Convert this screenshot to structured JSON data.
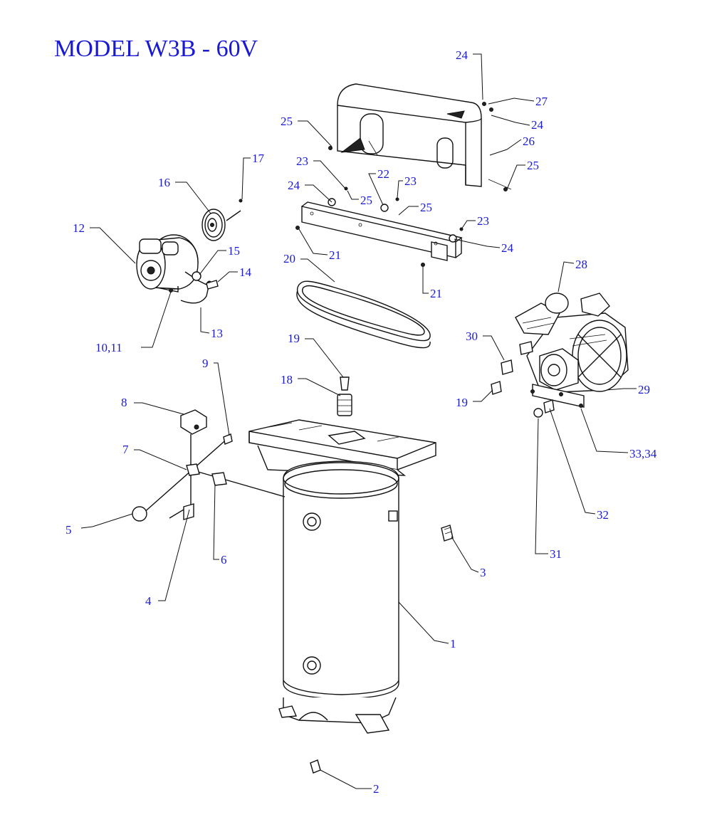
{
  "title": "MODEL W3B - 60V",
  "colors": {
    "label": "#1a1ad2",
    "line": "#111111"
  },
  "labels": [
    "1",
    "2",
    "3",
    "4",
    "5",
    "6",
    "7",
    "8",
    "9",
    "10,11",
    "12",
    "13",
    "14",
    "15",
    "16",
    "17",
    "18",
    "19",
    "19",
    "20",
    "21",
    "21",
    "22",
    "23",
    "23",
    "23",
    "24",
    "24",
    "24",
    "24",
    "25",
    "25",
    "25",
    "25",
    "26",
    "27",
    "28",
    "29",
    "30",
    "31",
    "32",
    "33,34"
  ]
}
